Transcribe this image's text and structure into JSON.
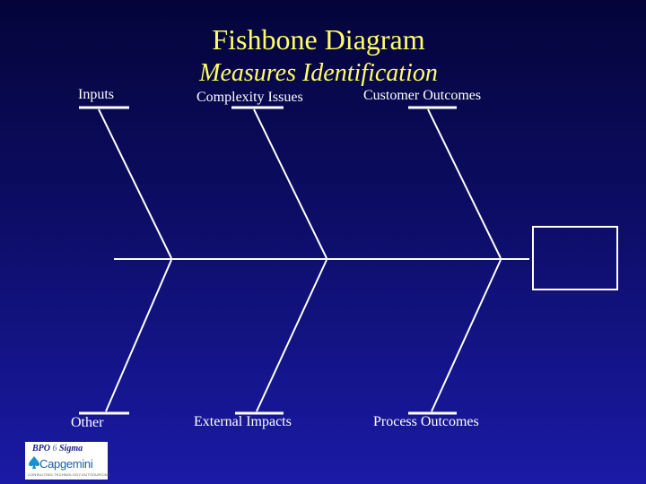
{
  "title": "Fishbone Diagram",
  "subtitle": "Measures Identification",
  "categories": {
    "top_left": "Inputs",
    "top_middle": "Complexity Issues",
    "top_right": "Customer Outcomes",
    "bottom_left": "Other",
    "bottom_middle": "External Impacts",
    "bottom_right": "Process Outcomes"
  },
  "logo": {
    "badge": "BPO",
    "six": "6",
    "sigma": "Sigma",
    "brand": "Capgemini",
    "tagline": "CONSULTING.TECHNOLOGY.OUTSOURCING"
  },
  "colors": {
    "line": "#ffffff",
    "title": "#ffff66",
    "background_top": "#04043a",
    "background_bottom": "#1a1aa6"
  }
}
